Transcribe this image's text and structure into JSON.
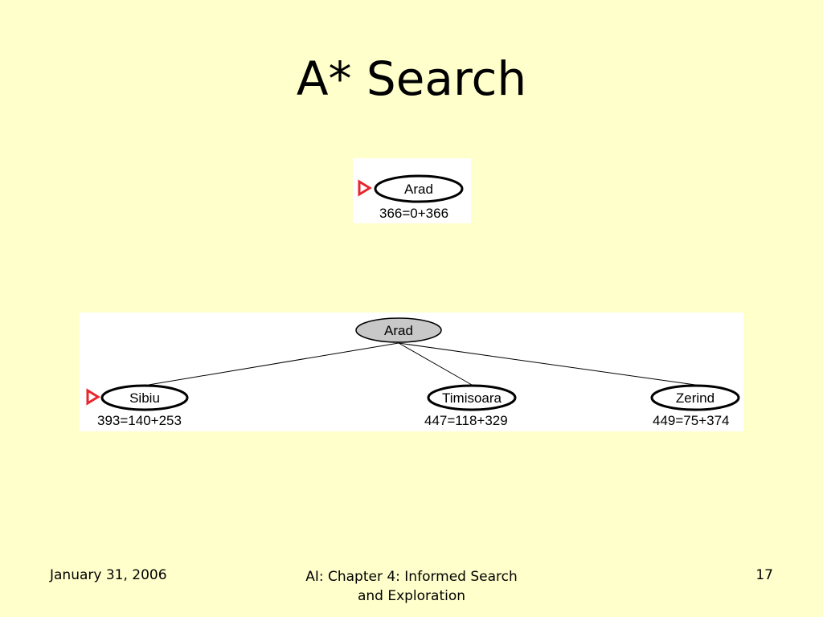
{
  "slide": {
    "title": "A* Search"
  },
  "diagram_step1": {
    "root": {
      "label": "Arad",
      "cost": "366=0+366"
    }
  },
  "diagram_step2": {
    "root": {
      "label": "Arad"
    },
    "children": [
      {
        "label": "Sibiu",
        "cost": "393=140+253"
      },
      {
        "label": "Timisoara",
        "cost": "447=118+329"
      },
      {
        "label": "Zerind",
        "cost": "449=75+374"
      }
    ]
  },
  "colors": {
    "background": "#ffffcc",
    "panel": "#ffffff",
    "expanded_node": "#c8c8c8",
    "marker": "#e8262d"
  },
  "footer": {
    "date": "January 31, 2006",
    "course_title": "AI: Chapter 4: Informed Search and Exploration",
    "page": "17"
  }
}
